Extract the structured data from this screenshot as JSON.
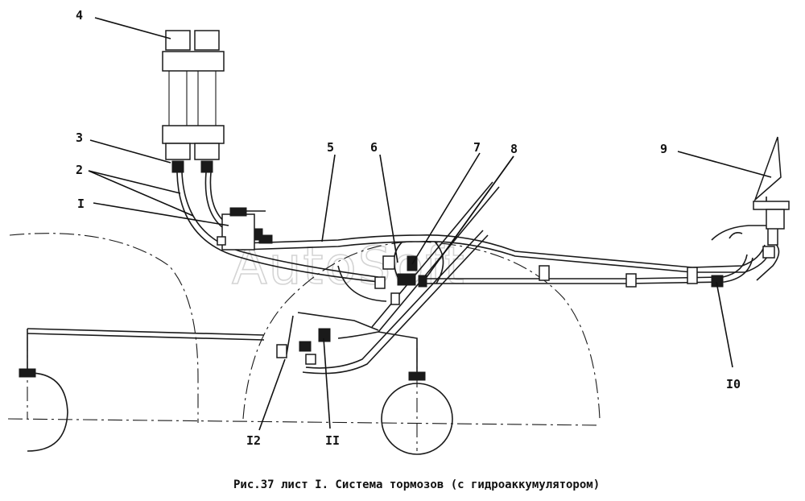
{
  "watermark": "AutoSoft",
  "caption": "Рис.37 лист I. Система тормозов (с гидроаккумулятором)",
  "callouts": [
    {
      "id": "4",
      "text": "4"
    },
    {
      "id": "3",
      "text": "3"
    },
    {
      "id": "2",
      "text": "2"
    },
    {
      "id": "I",
      "text": "I"
    },
    {
      "id": "5",
      "text": "5"
    },
    {
      "id": "6",
      "text": "6"
    },
    {
      "id": "7",
      "text": "7"
    },
    {
      "id": "8",
      "text": "8"
    },
    {
      "id": "9",
      "text": "9"
    },
    {
      "id": "10",
      "text": "I0"
    },
    {
      "id": "11",
      "text": "II"
    },
    {
      "id": "12",
      "text": "I2"
    }
  ]
}
